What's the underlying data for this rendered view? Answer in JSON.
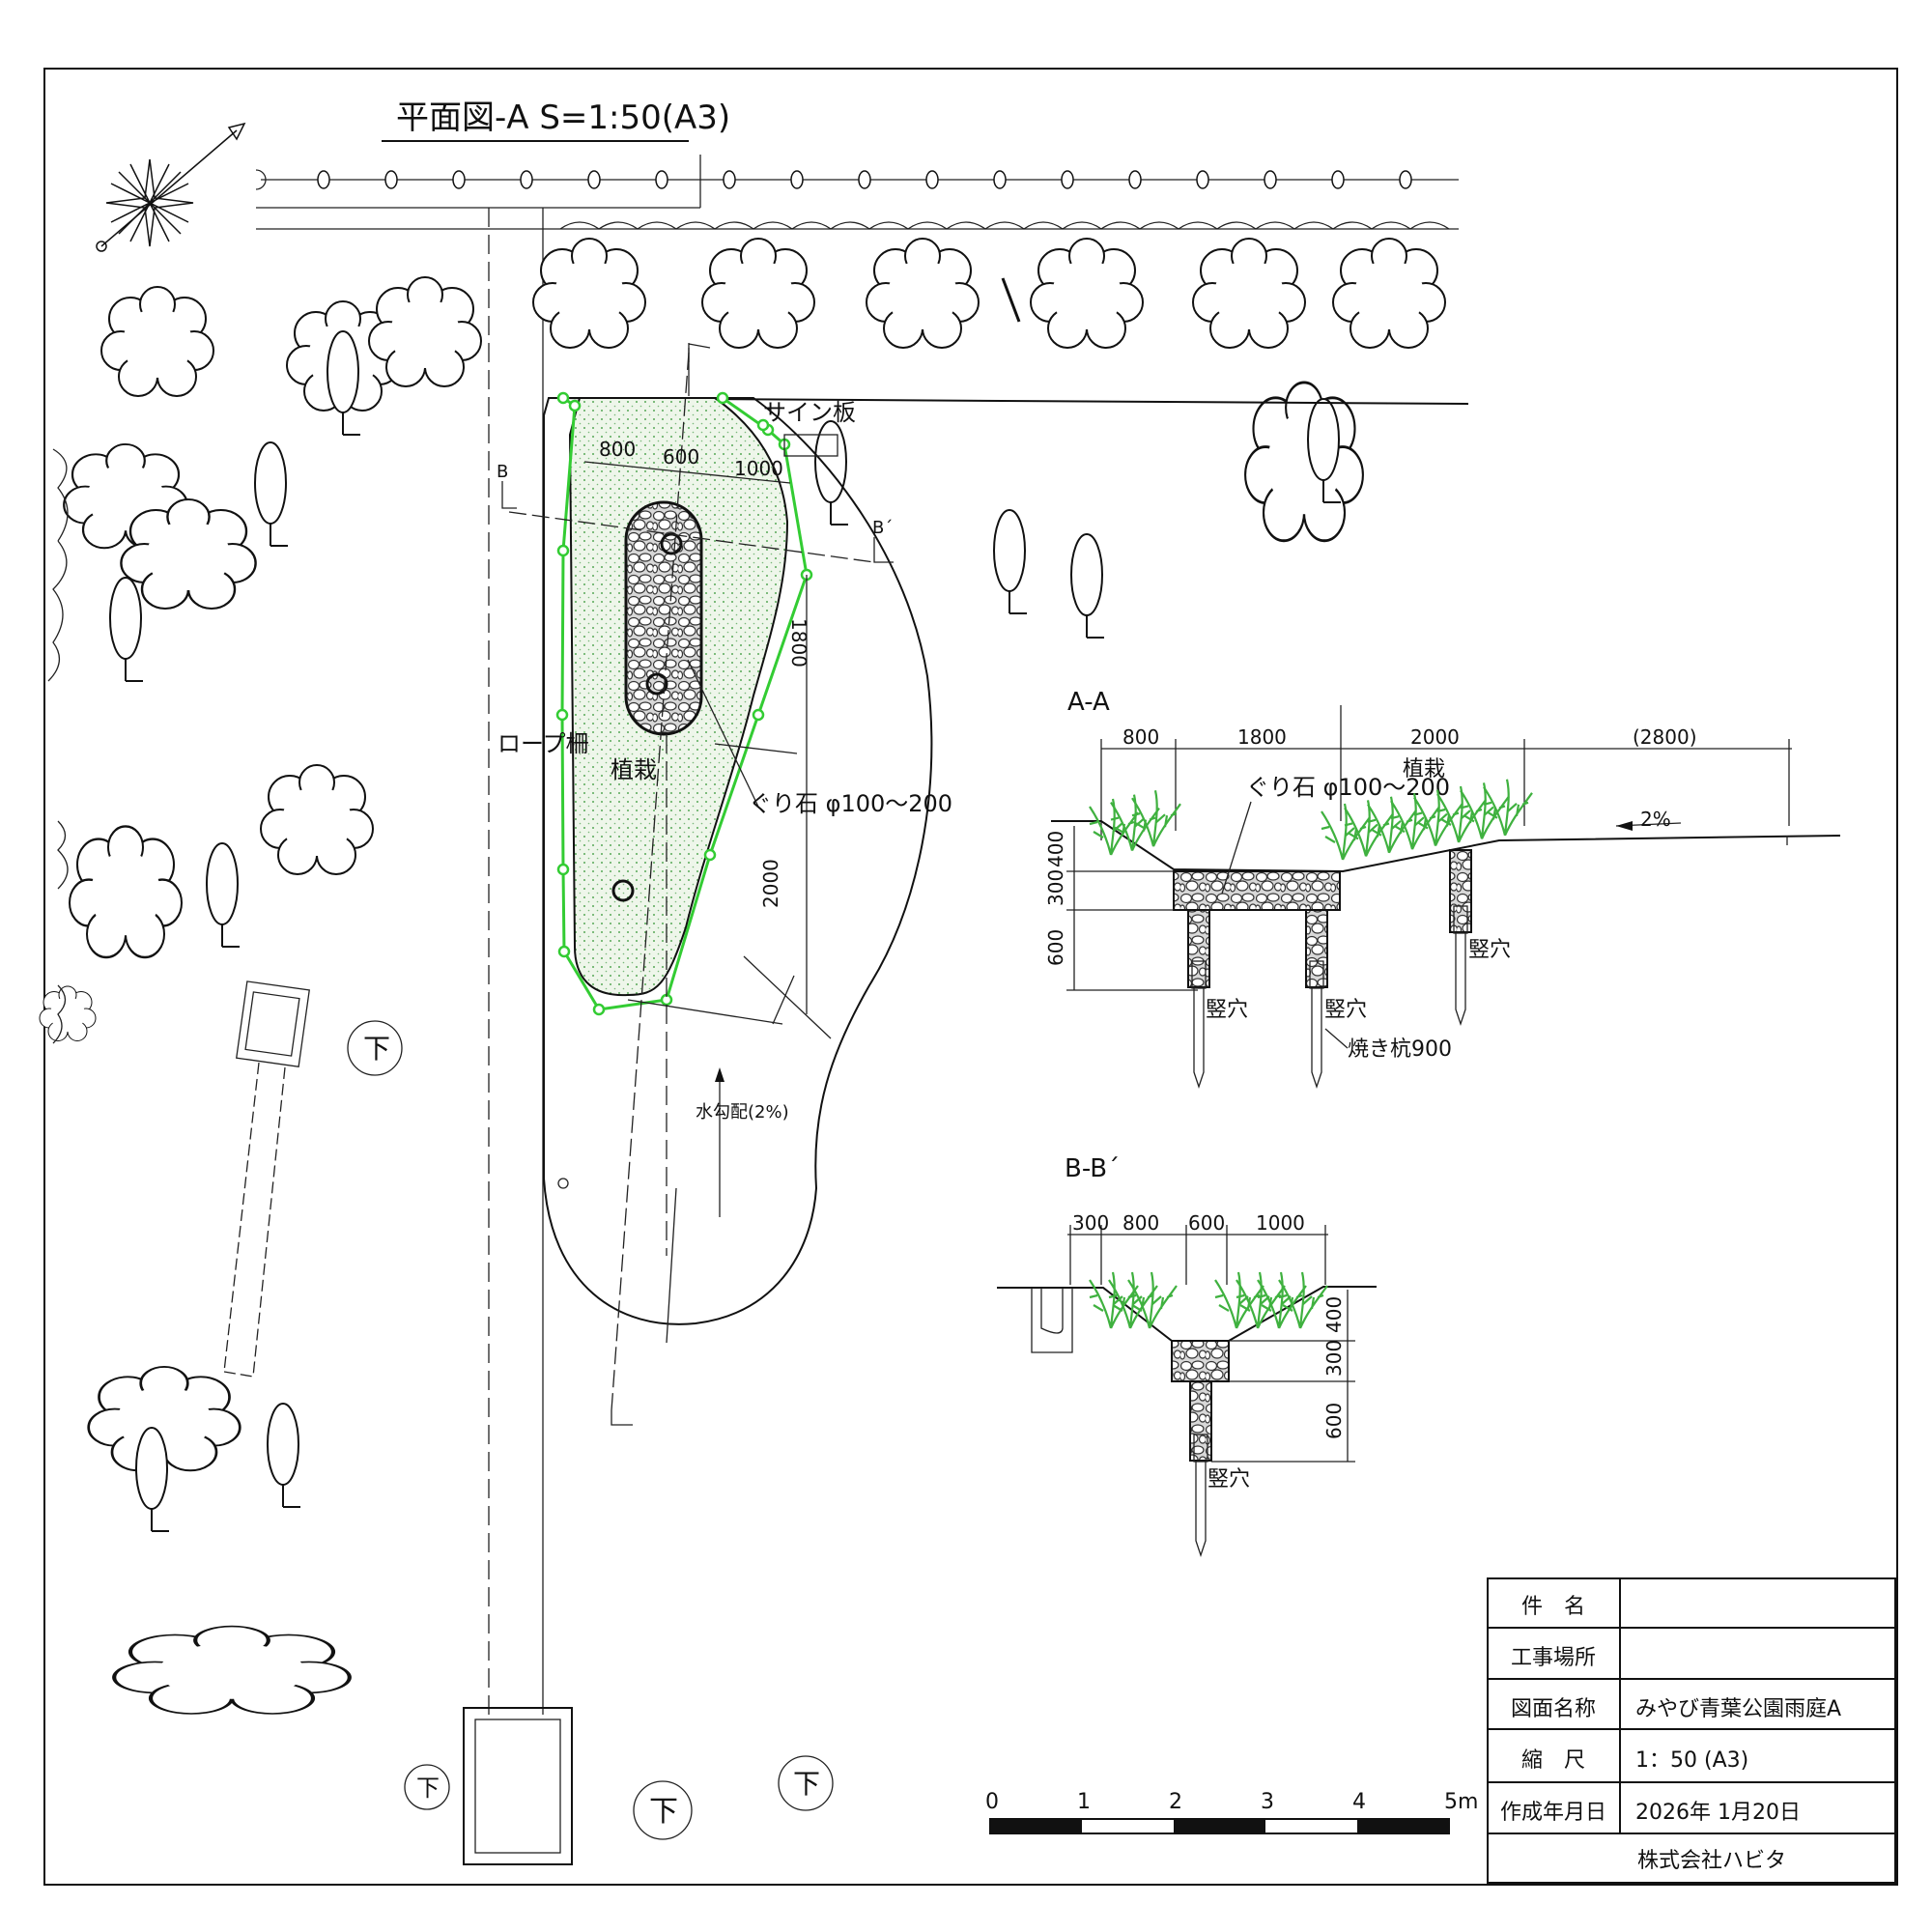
{
  "plan": {
    "title": "平面図-A S=1:50(A3)",
    "labels": {
      "sign_board": "サイン板",
      "rope_fence": "ロープ柵",
      "planting": "植栽",
      "gravel": "ぐり石 φ100～200",
      "water_slope": "水勾配(2%)",
      "section_b": "B",
      "section_b2": "B´",
      "drain": "下"
    },
    "dims": {
      "d800": "800",
      "d600": "600",
      "d1000": "1000",
      "d1800": "1800",
      "d2000": "2000"
    }
  },
  "section_aa": {
    "title": "A-A",
    "dims": {
      "d800": "800",
      "d1800": "1800",
      "d2000": "2000",
      "d2800": "(2800)",
      "v400": "400",
      "v300": "300",
      "v600": "600"
    },
    "labels": {
      "planting": "植栽",
      "gravel": "ぐり石 φ100～200",
      "slope": "2%",
      "pit1": "竪穴",
      "pit2": "竪穴",
      "pit3": "竪穴",
      "pile": "焼き杭900"
    }
  },
  "section_bb": {
    "title": "B-B´",
    "dims": {
      "d300": "300",
      "d800": "800",
      "d600": "600",
      "d1000": "1000",
      "v400": "400",
      "v300": "300",
      "v600": "600"
    },
    "labels": {
      "pit": "竪穴"
    }
  },
  "scale_bar": {
    "ticks": [
      "0",
      "1",
      "2",
      "3",
      "4",
      "5m"
    ]
  },
  "title_block": {
    "rows": [
      {
        "label": "件　名",
        "value": ""
      },
      {
        "label": "工事場所",
        "value": ""
      },
      {
        "label": "図面名称",
        "value": "みやび青葉公園雨庭A"
      },
      {
        "label": "縮　尺",
        "value": "1：50 (A3)"
      },
      {
        "label": "作成年月日",
        "value": "2026年 1月20日"
      }
    ],
    "company": "株式会社ハビタ"
  },
  "colors": {
    "green": "#33cc33",
    "ink": "#111111"
  }
}
